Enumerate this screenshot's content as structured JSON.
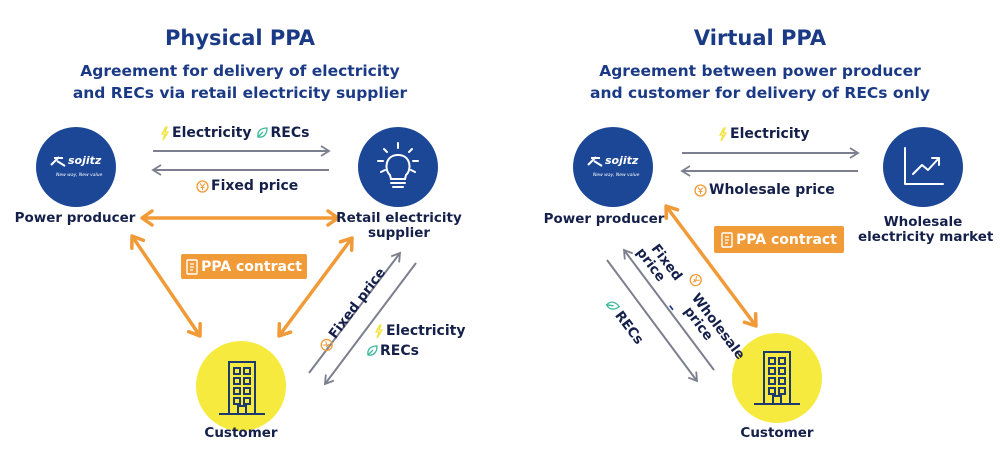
{
  "physical": {
    "title": "Physical PPA",
    "subtitle_line1": "Agreement for delivery of electricity",
    "subtitle_line2": "and RECs via retail electricity supplier",
    "nodes": {
      "producer": {
        "label": "Power producer",
        "logo_text": "sojitz",
        "logo_tagline": "New way, New value"
      },
      "retailer": {
        "label_line1": "Retail electricity",
        "label_line2": "supplier"
      },
      "customer": {
        "label": "Customer"
      }
    },
    "flows": {
      "top_forward": {
        "items": [
          "Electricity",
          "RECs"
        ]
      },
      "top_backward": {
        "label": "Fixed price"
      },
      "diag_price": {
        "label": "Fixed price"
      },
      "diag_goods": {
        "items": [
          "Electricity",
          "RECs"
        ]
      }
    },
    "contract_badge": "PPA contract"
  },
  "virtual": {
    "title": "Virtual PPA",
    "subtitle_line1": "Agreement between power producer",
    "subtitle_line2": "and customer for delivery of RECs only",
    "nodes": {
      "producer": {
        "label": "Power producer",
        "logo_text": "sojitz",
        "logo_tagline": "New way, New value"
      },
      "market": {
        "label_line1": "Wholesale",
        "label_line2": "electricity market"
      },
      "customer": {
        "label": "Customer"
      }
    },
    "flows": {
      "top_forward": {
        "label": "Electricity"
      },
      "top_backward": {
        "label": "Wholesale price"
      },
      "diag_price": {
        "line1": "Fixed",
        "line2": "price",
        "dash": "–",
        "line3": "Wholesale",
        "line4": "price"
      },
      "diag_recs": {
        "label": "RECs"
      }
    },
    "contract_badge": "PPA contract"
  },
  "colors": {
    "title": "#1b3a86",
    "node_blue": "#1c4797",
    "node_yellow": "#f7ea3f",
    "contract_orange": "#f19a38",
    "flow_gray": "#7c7f8e",
    "electricity_yellow": "#f2e33a",
    "recs_green": "#3bb89a",
    "price_orange": "#f19a38"
  }
}
